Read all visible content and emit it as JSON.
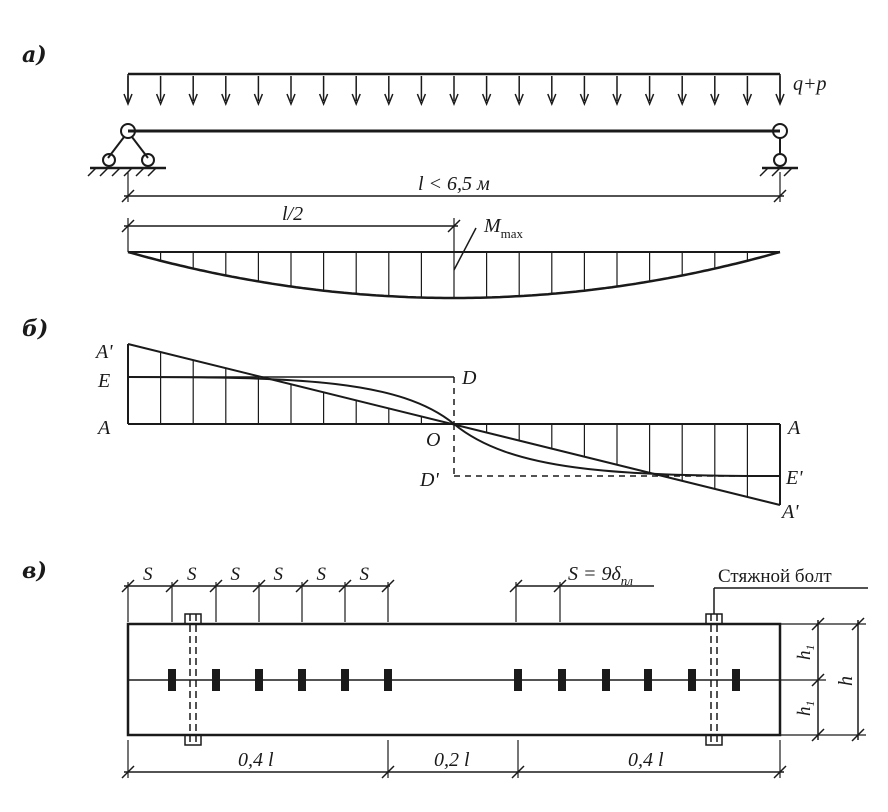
{
  "panel_labels": {
    "a": "а)",
    "b": "б)",
    "v": "в)"
  },
  "load": {
    "label": "q+p"
  },
  "span": {
    "label": "l < 6,5 м"
  },
  "moment": {
    "half_label": "l/2",
    "m": "M",
    "m_sub": "max"
  },
  "shear": {
    "A_prime_left": "A'",
    "E_left": "E",
    "A_left": "A",
    "D": "D",
    "O": "O",
    "D_prime": "D'",
    "A_right": "A",
    "E_prime": "E'",
    "A_prime_right": "A'"
  },
  "beam": {
    "s_label": "S",
    "s_formula": "S = 9δ",
    "s_formula_sub": "пл",
    "bolt_label": "Стяжной болт",
    "h1_label": "h",
    "h1_sub": "1",
    "h_label": "h",
    "seg1": "0,4 l",
    "seg2": "0,2 l",
    "seg3": "0,4 l"
  }
}
